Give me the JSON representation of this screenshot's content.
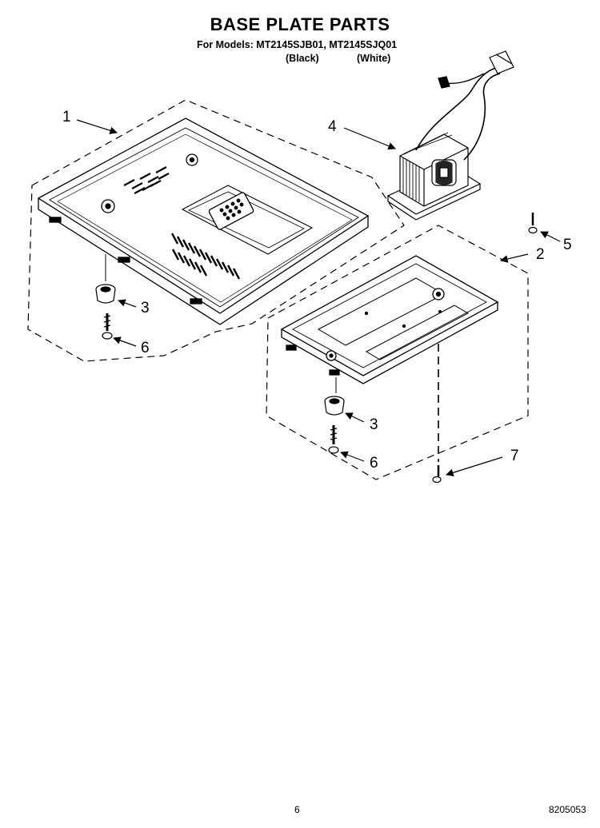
{
  "header": {
    "title": "BASE PLATE PARTS",
    "models_line": "For Models: MT2145SJB01, MT2145SJQ01",
    "variant_black": "(Black)",
    "variant_white": "(White)"
  },
  "callouts": {
    "c1": "1",
    "c2": "2",
    "c3a": "3",
    "c3b": "3",
    "c4": "4",
    "c5": "5",
    "c6a": "6",
    "c6b": "6",
    "c7": "7"
  },
  "footer": {
    "page_number": "6",
    "document_number": "8205053"
  }
}
